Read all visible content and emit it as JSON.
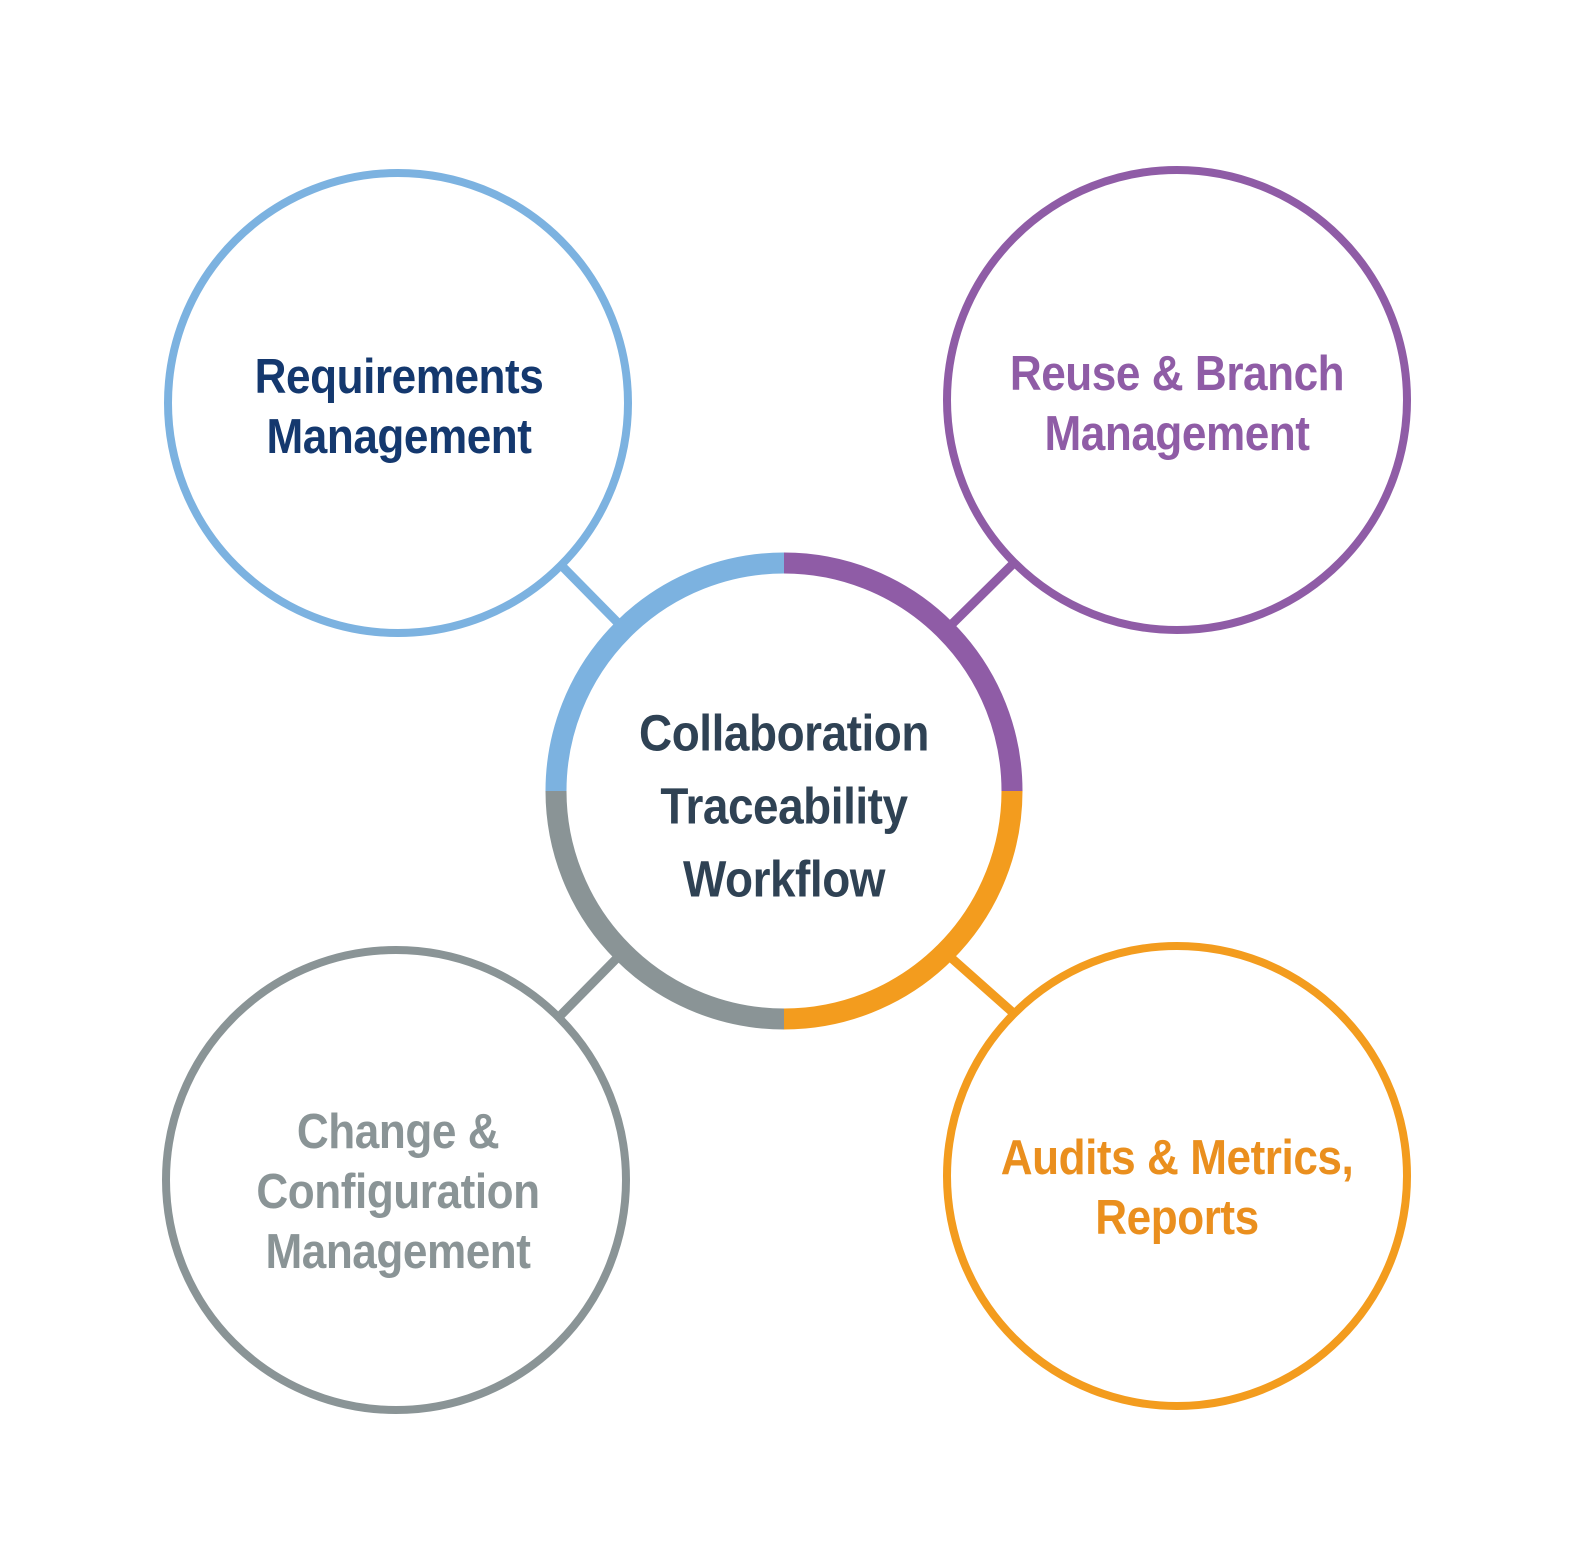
{
  "diagram": {
    "center": {
      "label": "Collaboration Traceability Workflow",
      "lines": [
        "Collaboration",
        "Traceability",
        "Workflow"
      ],
      "text_color": "#2f4254"
    },
    "nodes": [
      {
        "id": "requirements-management",
        "label": "Requirements Management",
        "lines": [
          "Requirements",
          "Management"
        ],
        "circle_color": "#7cb2e0",
        "text_color": "#14386e",
        "position": "top-left"
      },
      {
        "id": "reuse-branch-management",
        "label": "Reuse & Branch Management",
        "lines": [
          "Reuse & Branch",
          "Management"
        ],
        "circle_color": "#8f5ca6",
        "text_color": "#8f5ca6",
        "position": "top-right"
      },
      {
        "id": "change-configuration-management",
        "label": "Change & Configuration Management",
        "lines": [
          "Change &",
          "Configuration",
          "Management"
        ],
        "circle_color": "#8a9496",
        "text_color": "#8a9496",
        "position": "bottom-left"
      },
      {
        "id": "audits-metrics-reports",
        "label": "Audits & Metrics, Reports",
        "lines": [
          "Audits & Metrics,",
          "Reports"
        ],
        "circle_color": "#f39c1e",
        "text_color": "#ea8f1e",
        "position": "bottom-right"
      }
    ],
    "ring_segments": [
      {
        "id": "ring-top-left",
        "color": "#7cb2e0"
      },
      {
        "id": "ring-top-right",
        "color": "#8f5ca6"
      },
      {
        "id": "ring-bottom-right",
        "color": "#f39c1e"
      },
      {
        "id": "ring-bottom-left",
        "color": "#8a9496"
      }
    ]
  }
}
